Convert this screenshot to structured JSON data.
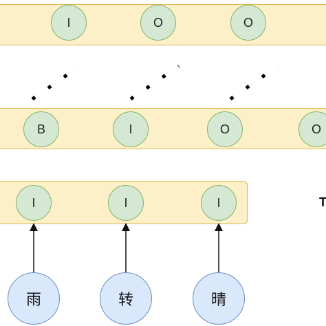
{
  "diagram": {
    "colors": {
      "band_fill": "#fdf0c8",
      "band_stroke": "#d6b656",
      "node_fill": "#d5e8d4",
      "node_stroke": "#82b366",
      "char_fill": "#dae8fc",
      "char_stroke": "#6c8ebf"
    },
    "top_row": {
      "tags": [
        "I",
        "O",
        "O"
      ]
    },
    "middle_row": {
      "tags": [
        "B",
        "I",
        "O",
        "O"
      ]
    },
    "bottom_row": {
      "tags": [
        "I",
        "I",
        "I"
      ]
    },
    "input_chars": [
      "雨",
      "转",
      "晴"
    ],
    "right_edge_text": "T"
  }
}
